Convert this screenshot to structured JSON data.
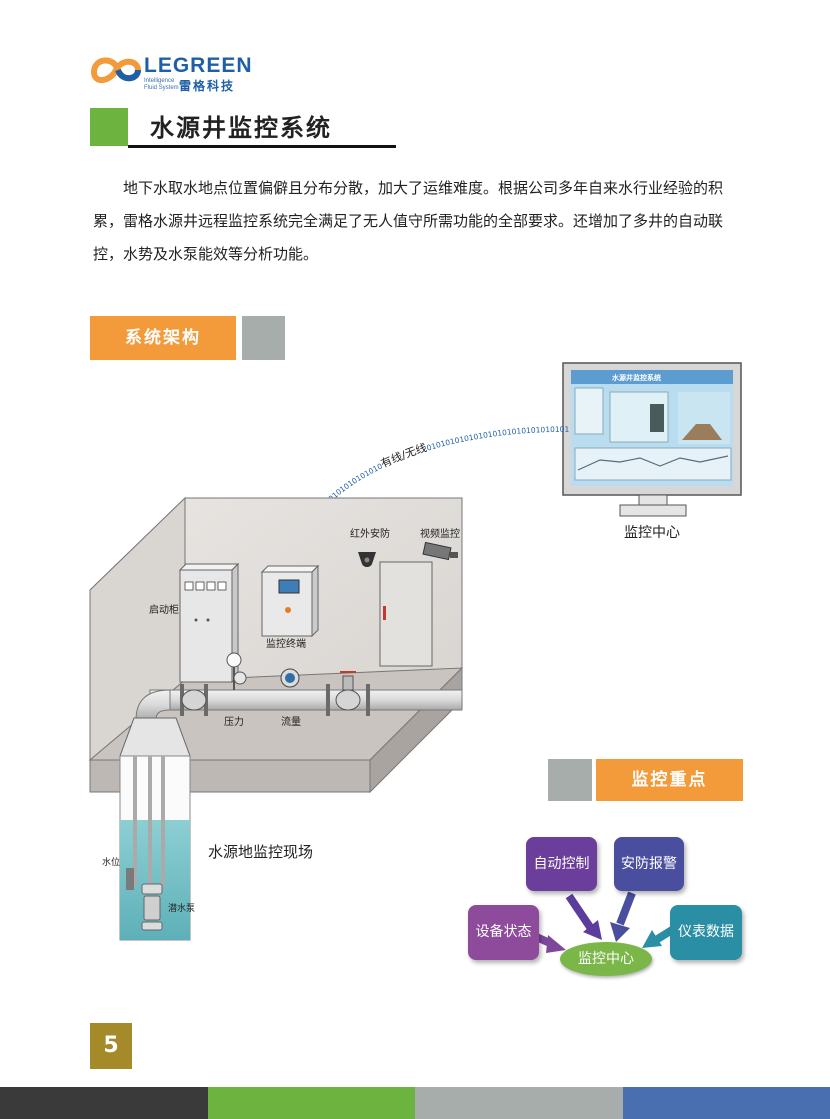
{
  "logo": {
    "brand": "LEGREEN",
    "tagline_line1": "Intelligence",
    "tagline_line2": "Fluid System",
    "cn_name": "雷格科技"
  },
  "header": {
    "title": "水源井监控系统"
  },
  "intro": {
    "text": "地下水取水地点位置偏僻且分布分散，加大了运维难度。根据公司多年自来水行业经验的积累，雷格水源井远程监控系统完全满足了无人值守所需功能的全部要求。还增加了多井的自动联控，水势及水泵能效等分析功能。"
  },
  "section_architecture": {
    "title": "系统架构"
  },
  "architecture": {
    "monitor_label": "监控中心",
    "screen_title": "水源井监控系统",
    "link_label": "有线/无线",
    "binary_stream_a": "0101010101010101010101010",
    "binary_stream_b": "010101010101010101010101010101010101010",
    "infrared_label": "红外安防",
    "video_label": "视频监控",
    "starter_label": "启动柜",
    "terminal_label": "监控终端",
    "pressure_label": "压力",
    "flow_label": "流量",
    "site_label": "水源地监控现场",
    "water_level_label": "水位",
    "pump_label": "潜水泵"
  },
  "section_focus": {
    "title": "监控重点"
  },
  "focus": {
    "auto_control": "自动控制",
    "security_alarm": "安防报警",
    "device_status": "设备状态",
    "meter_data": "仪表数据",
    "center": "监控中心",
    "colors": {
      "auto_control": "#6b3e9b",
      "security_alarm": "#4a4e9e",
      "device_status": "#8e4b9c",
      "meter_data": "#2a8fa5",
      "center": "#7ab648"
    }
  },
  "page": {
    "number": "5"
  },
  "footer": {
    "colors": [
      "#3a3a3a",
      "#6db33f",
      "#a6adaa",
      "#4a6fb0"
    ]
  }
}
